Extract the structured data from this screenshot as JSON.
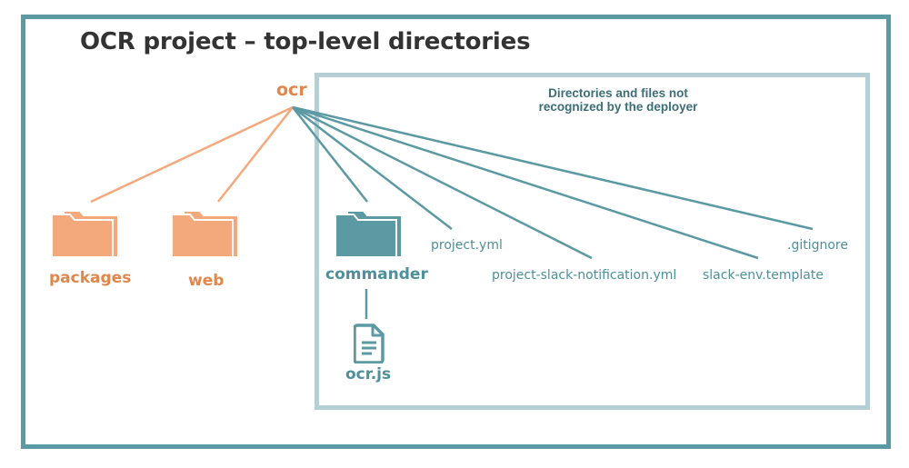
{
  "title": "OCR project – top-level directories",
  "root": {
    "label": "ocr"
  },
  "not_recognized_caption": {
    "line1": "Directories and files not",
    "line2": "recognized by the deployer"
  },
  "recognized_folders": [
    {
      "label": "packages",
      "icon": "folder-icon"
    },
    {
      "label": "web",
      "icon": "folder-icon"
    }
  ],
  "other_items": {
    "commander": {
      "label": "commander",
      "icon": "folder-icon"
    },
    "ocr_js": {
      "label": "ocr.js",
      "icon": "file-icon"
    },
    "project_yml": "project.yml",
    "project_slack": "project-slack-notification.yml",
    "slack_env": "slack-env.template",
    "gitignore": ".gitignore"
  },
  "colors": {
    "frame": "#5b99a3",
    "inner_box": "#b5cfd4",
    "orange": "#f4a97c",
    "orange_text": "#e0874c",
    "teal": "#5b99a3",
    "teal_text": "#4f8f99"
  }
}
